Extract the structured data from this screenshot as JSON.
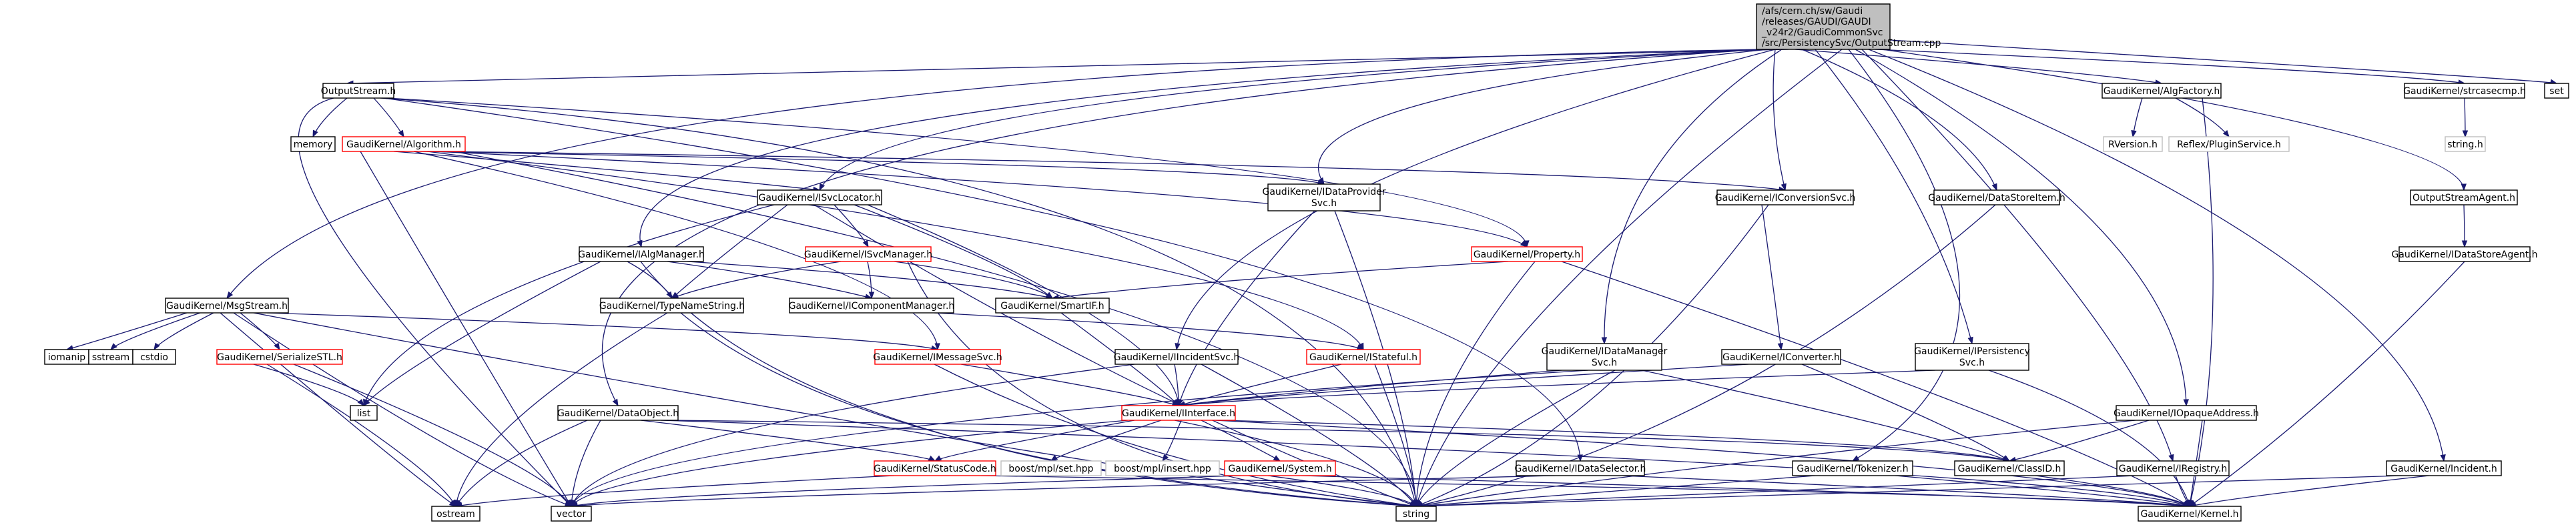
{
  "root_lines": [
    "/afs/cern.ch/sw/Gaudi",
    "/releases/GAUDI/GAUDI",
    "_v24r2/GaudiCommonSvc",
    "/src/PersistencySvc/OutputStream.cpp"
  ],
  "nodes": {
    "outputstream_h": "OutputStream.h",
    "memory": "memory",
    "algorithm": "GaudiKernel/Algorithm.h",
    "isvclocator": "GaudiKernel/ISvcLocator.h",
    "idataprovider": [
      "GaudiKernel/IDataProvider",
      "Svc.h"
    ],
    "iconversionsvc": "GaudiKernel/IConversionSvc.h",
    "datastoreitem": "GaudiKernel/DataStoreItem.h",
    "ialgmanager": "GaudiKernel/IAlgManager.h",
    "isvcmanager": "GaudiKernel/ISvcManager.h",
    "property": "GaudiKernel/Property.h",
    "msgstream": "GaudiKernel/MsgStream.h",
    "typenamestring": "GaudiKernel/TypeNameString.h",
    "icomponentmanager": "GaudiKernel/IComponentManager.h",
    "smartif": "GaudiKernel/SmartIF.h",
    "iomanip": "iomanip",
    "sstream": "sstream",
    "cstdio": "cstdio",
    "serializestl": "GaudiKernel/SerializeSTL.h",
    "list": "list",
    "imessagesvc": "GaudiKernel/IMessageSvc.h",
    "iincidentsvc": "GaudiKernel/IIncidentSvc.h",
    "istateful": "GaudiKernel/IStateful.h",
    "idatamanager": [
      "GaudiKernel/IDataManager",
      "Svc.h"
    ],
    "iconverter": "GaudiKernel/IConverter.h",
    "ipersistency": [
      "GaudiKernel/IPersistency",
      "Svc.h"
    ],
    "dataobject": "GaudiKernel/DataObject.h",
    "iinterface": "GaudiKernel/IInterface.h",
    "statuscode": "GaudiKernel/StatusCode.h",
    "boost_set": "boost/mpl/set.hpp",
    "boost_insert": "boost/mpl/insert.hpp",
    "system": "GaudiKernel/System.h",
    "idataselector": "GaudiKernel/IDataSelector.h",
    "tokenizer": "GaudiKernel/Tokenizer.h",
    "classid": "GaudiKernel/ClassID.h",
    "iopaqueaddress": "GaudiKernel/IOpaqueAddress.h",
    "iregistry": "GaudiKernel/IRegistry.h",
    "incident": "GaudiKernel/Incident.h",
    "ostream": "ostream",
    "vector": "vector",
    "string": "string",
    "kernel": "GaudiKernel/Kernel.h",
    "algfactory": "GaudiKernel/AlgFactory.h",
    "rversion": "RVersion.h",
    "reflexplugin": "Reflex/PluginService.h",
    "strcasecmp": "GaudiKernel/strcasecmp.h",
    "string_h": "string.h",
    "outputstreamagent": "OutputStreamAgent.h",
    "idatastoreagent": "GaudiKernel/IDataStoreAgent.h",
    "set": "set"
  }
}
